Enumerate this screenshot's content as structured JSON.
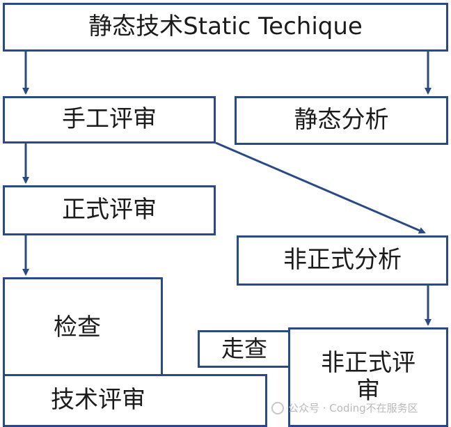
{
  "diagram": {
    "static_technique": "静态技术Static Techique",
    "manual_review": "手工评审",
    "static_analysis": "静态分析",
    "formal_review": "正式评审",
    "informal_analysis": "非正式分析",
    "inspection": "检查",
    "walkthrough": "走查",
    "technical_review": "技术评审",
    "informal_review": "非正式评审"
  },
  "watermark": {
    "text": "公众号 · Coding不在服务区"
  },
  "colors": {
    "border": "#2a4a86",
    "text": "#1b1b1b"
  }
}
